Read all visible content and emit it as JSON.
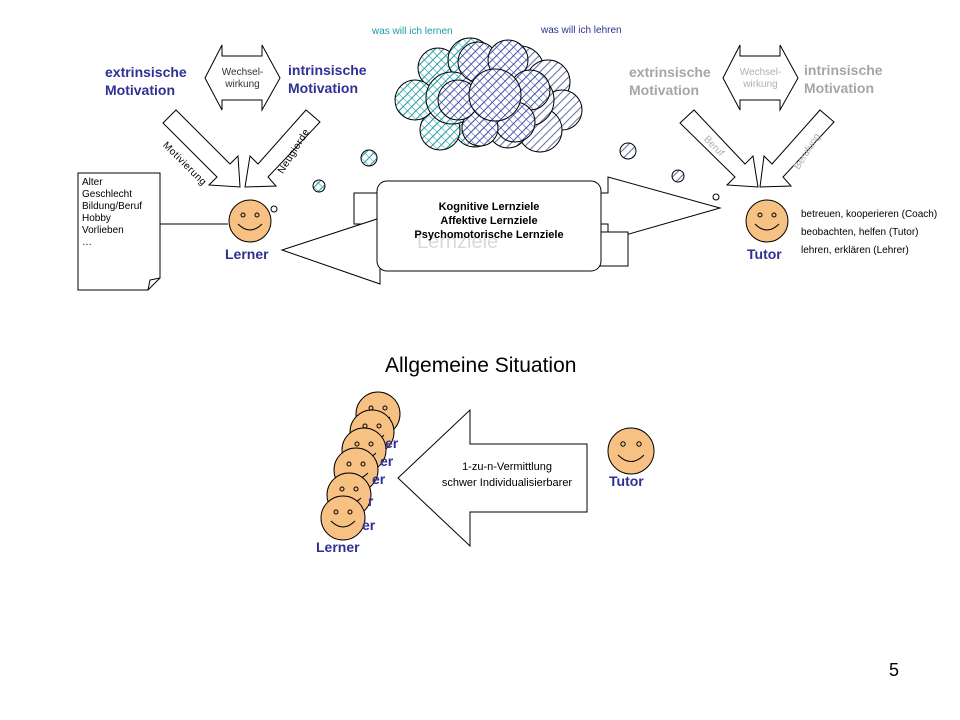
{
  "top_labels": {
    "lernen": "was will ich lernen",
    "lehren": "was will ich lehren"
  },
  "left": {
    "extrinsic": [
      "extrinsische",
      "Motivation"
    ],
    "intrinsic": [
      "intrinsische",
      "Motivation"
    ],
    "wechsel": [
      "Wechsel-",
      "wirkung"
    ],
    "motivierung": "Motivierung",
    "neugierde": "Neugierde",
    "learner_label": "Lerner",
    "note_lines": [
      "Alter",
      "Geschlecht",
      "Bildung/Beruf",
      "Hobby",
      "Vorlieben",
      "…"
    ]
  },
  "right": {
    "extrinsic": [
      "extrinsische",
      "Motivation"
    ],
    "intrinsic": [
      "intrinsische",
      "Motivation"
    ],
    "wechsel": [
      "Wechsel-",
      "wirkung"
    ],
    "beruf": "Beruf",
    "berufung": "Berufung",
    "tutor_label": "Tutor",
    "roles": [
      "betreuen, kooperieren (Coach)",
      "beobachten, helfen (Tutor)",
      "lehren, erklären (Lehrer)"
    ]
  },
  "center_box": {
    "ghost": "Lernziele",
    "lines": [
      "Kognitive Lernziele",
      "Affektive Lernziele",
      "Psychomotorische Lernziele"
    ]
  },
  "section_title": "Allgemeine Situation",
  "bottom": {
    "learner_label": "Lerner",
    "peek_labels": [
      "er",
      "er",
      "er",
      "r",
      "er"
    ],
    "arrow_lines": [
      "1-zu-n-Vermittlung",
      "schwer Individualisierbarer"
    ],
    "tutor_label": "Tutor"
  },
  "page_number": "5",
  "colors": {
    "face": "#f8c184",
    "blue_text": "#2e3192",
    "grey_text": "#a6a6a6",
    "teal": "#1f9ba6",
    "cloud_blue": "#3b4ea8",
    "cloud_teal": "#1f9ba6",
    "cloud_grey": "#7a86c4"
  }
}
